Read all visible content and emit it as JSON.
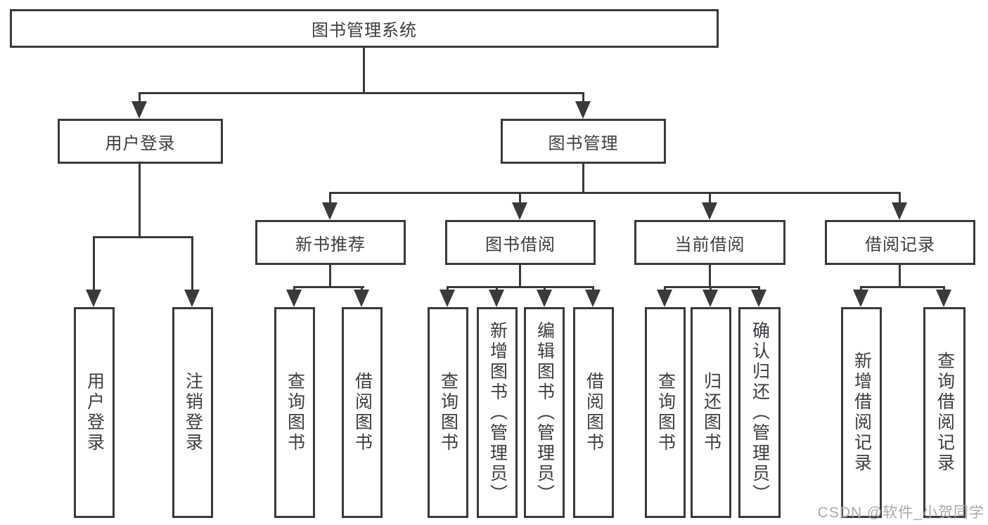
{
  "diagram": {
    "title_node": "图书管理系统",
    "tree": {
      "label": "图书管理系统",
      "children": [
        {
          "label": "用户登录",
          "children": [
            {
              "label": "用户登录"
            },
            {
              "label": "注销登录"
            }
          ]
        },
        {
          "label": "图书管理",
          "children": [
            {
              "label": "新书推荐",
              "children": [
                {
                  "label": "查询图书"
                },
                {
                  "label": "借阅图书"
                }
              ]
            },
            {
              "label": "图书借阅",
              "children": [
                {
                  "label": "查询图书"
                },
                {
                  "label": "新增图书（管理员）"
                },
                {
                  "label": "编辑图书（管理员）"
                },
                {
                  "label": "借阅图书"
                }
              ]
            },
            {
              "label": "当前借阅",
              "children": [
                {
                  "label": "查询图书"
                },
                {
                  "label": "归还图书"
                },
                {
                  "label": "确认归还（管理员）"
                }
              ]
            },
            {
              "label": "借阅记录",
              "children": [
                {
                  "label": "新增借阅记录"
                },
                {
                  "label": "查询借阅记录"
                }
              ]
            }
          ]
        }
      ]
    },
    "colors": {
      "line": "#3a3a3a",
      "text": "#3d3d42",
      "box_background": "#ffffff",
      "watermark": "#a9a9af"
    }
  },
  "watermark": {
    "text": "CSDN @软件_小贺同学"
  }
}
